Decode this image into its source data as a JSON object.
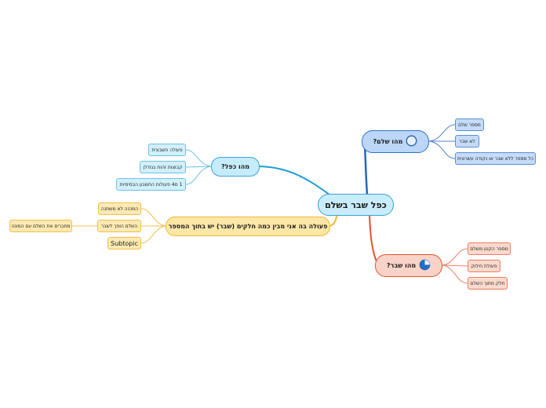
{
  "map": {
    "central": "כפל שבר בשלם",
    "topics": [
      {
        "label": "מהו שלם?",
        "icon": "circle-icon",
        "subtopics": [
          "מספר שלם",
          "לא שבר",
          "כל מספר ללא שבר או נקודה עשרונית"
        ]
      },
      {
        "label": "מהו שבר?",
        "icon": "pie-chart-icon",
        "subtopics": [
          "מספר הקטן משלם",
          "פעולת חילוק",
          "חלק מתוך השלם"
        ]
      },
      {
        "label": "מהו כפל?",
        "subtopics": [
          "פעולה חשבונית",
          "קבוצות זהות בגודלן",
          "1 מ4 פעולות החשבון הבסיסיות"
        ]
      },
      {
        "label": "פעולה בה אני מבין כמה חלקים (שבר) יש בתוך המספר",
        "subtopics": [
          "המכנה לא משתנה",
          "השלם הופך לשבר",
          "Subtopic"
        ],
        "detail": "מחברים את השלם עם המונה"
      }
    ]
  },
  "colors": {
    "central_border": "#3aa3dd",
    "blue": "#2f72c8",
    "cyan": "#3aa3dd",
    "orange": "#e2532d",
    "yellow": "#f2b832"
  }
}
